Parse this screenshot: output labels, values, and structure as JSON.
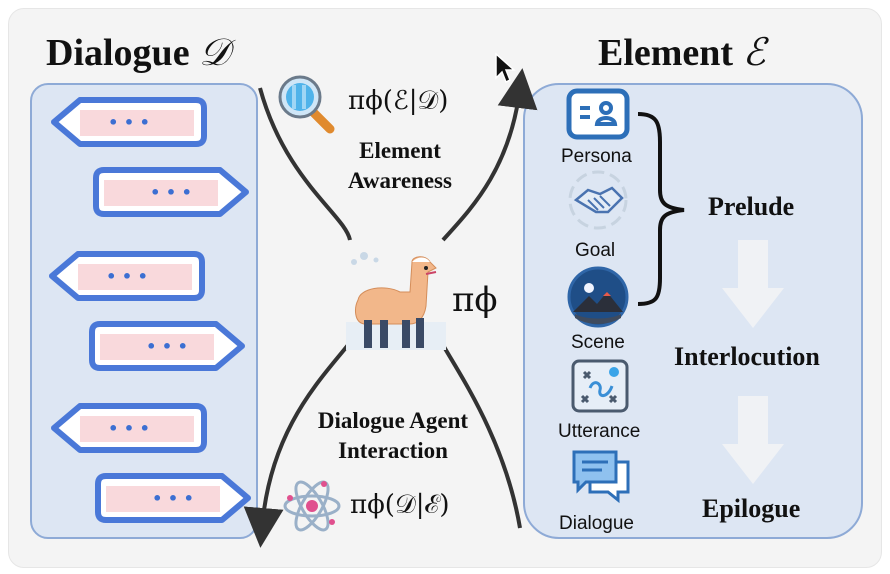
{
  "dialogue_title": "Dialogue",
  "dialogue_symbol": "𝒟",
  "element_title": "Element",
  "element_symbol": "ℰ",
  "bubble_text": "• • •",
  "awareness": {
    "formula": "πϕ(ℰ|𝒟)",
    "label_line1": "Element",
    "label_line2": "Awareness"
  },
  "agent": {
    "symbol": "πϕ"
  },
  "interaction": {
    "formula": "πϕ(𝒟|ℰ)",
    "label_line1": "Dialogue Agent",
    "label_line2": "Interaction"
  },
  "elements": [
    {
      "label": "Persona",
      "icon": "persona-card-icon"
    },
    {
      "label": "Goal",
      "icon": "handshake-icon"
    },
    {
      "label": "Scene",
      "icon": "mountain-scene-icon"
    },
    {
      "label": "Utterance",
      "icon": "path-map-icon"
    },
    {
      "label": "Dialogue",
      "icon": "chat-bubbles-icon"
    }
  ],
  "stages": {
    "prelude": "Prelude",
    "interlocution": "Interlocution",
    "epilogue": "Epilogue"
  },
  "colors": {
    "panel_fill": "#dde6f3",
    "panel_border": "#8eaad6",
    "bubble_border": "#4a78d8",
    "bubble_fill": "#f9d9dc",
    "dots": "#3c6fd2"
  }
}
